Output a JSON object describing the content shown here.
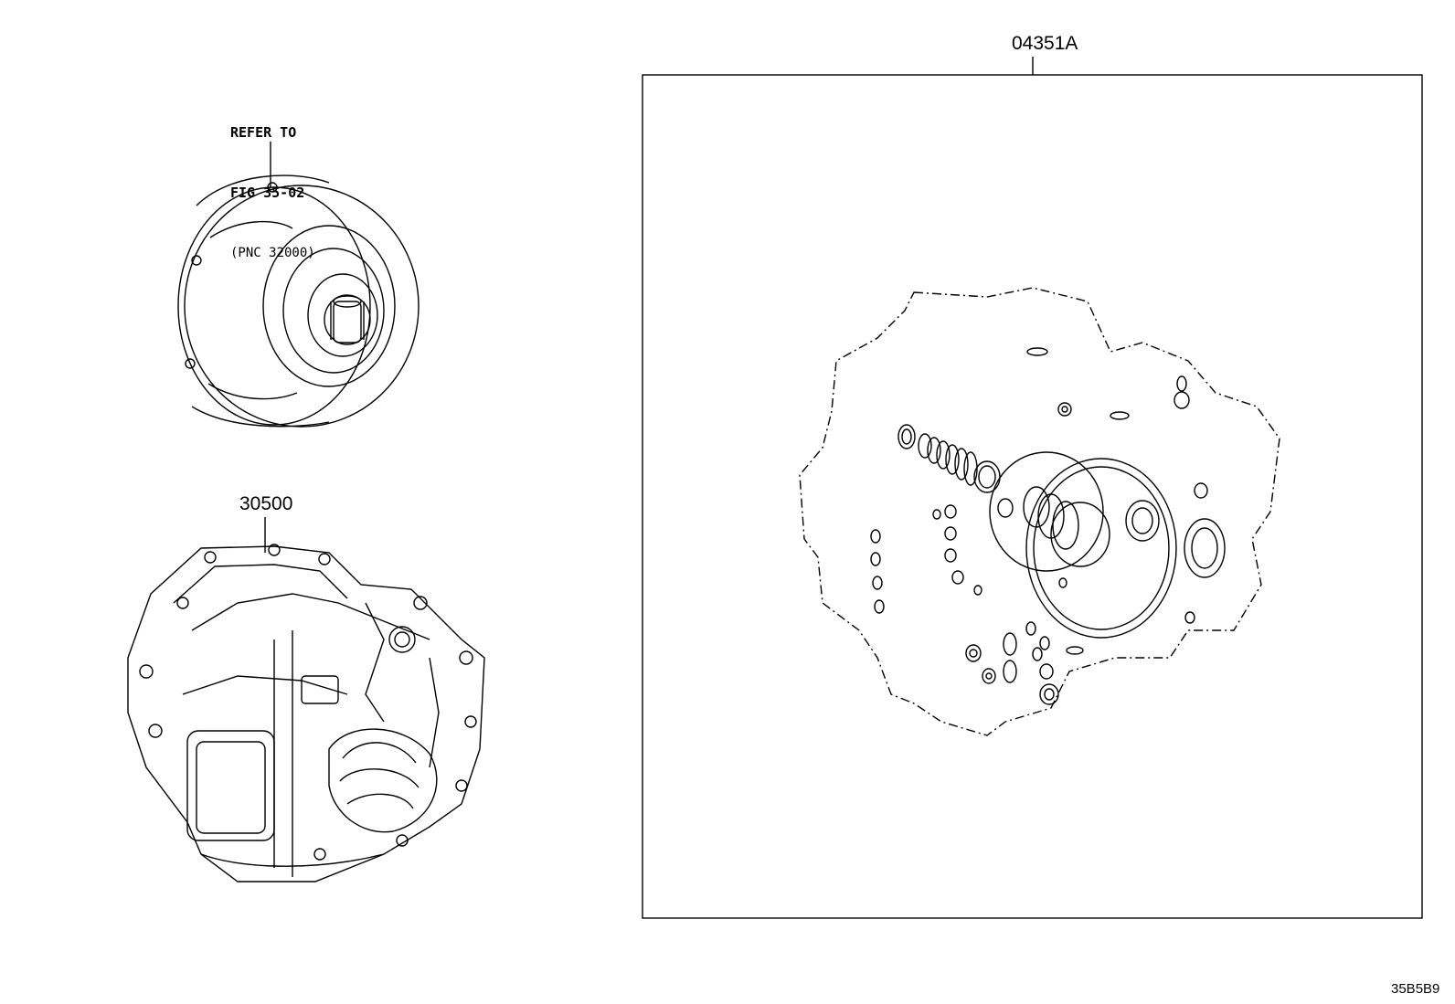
{
  "refer_note": {
    "line1": "REFER TO",
    "line2": "FIG 35-02",
    "line3": "(PNC 32000)"
  },
  "parts": {
    "transaxle_part_number": "30500",
    "gasket_kit_part_number": "04351A"
  },
  "figure_code": "35B5B9",
  "colors": {
    "line": "#000000",
    "background": "#ffffff"
  }
}
